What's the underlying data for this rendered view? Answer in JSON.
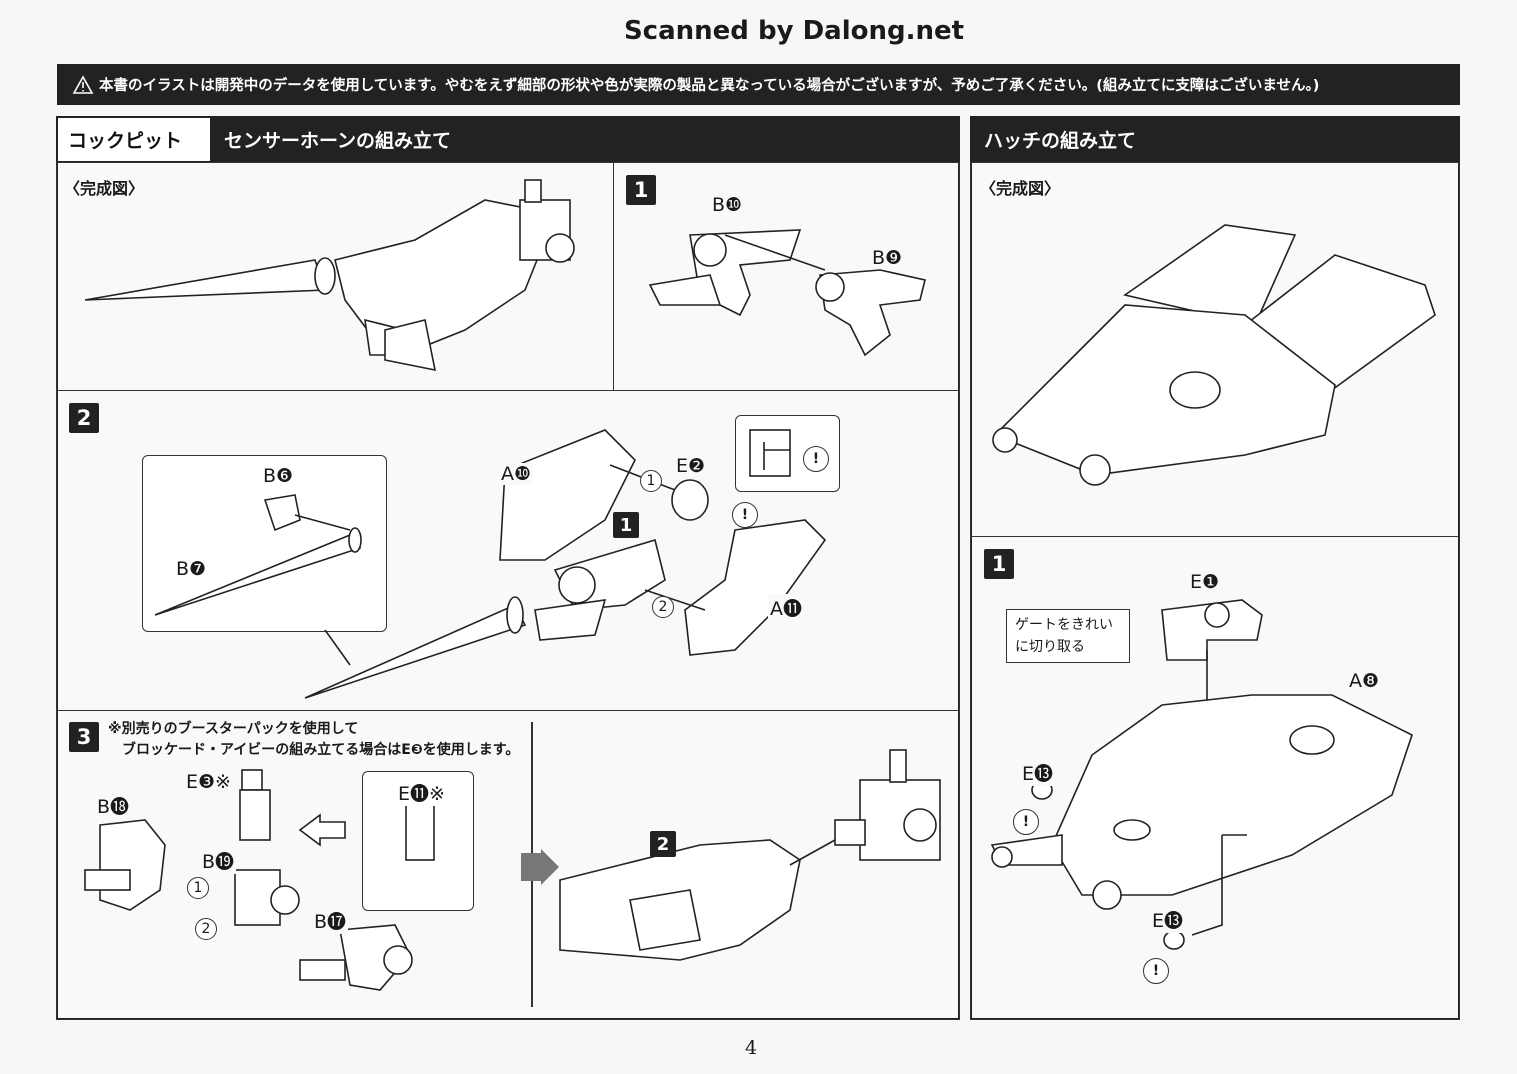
{
  "watermark": "Scanned by Dalong.net",
  "warning": {
    "icon": "warning-triangle-icon",
    "text": "本書のイラストは開発中のデータを使用しています。やむをえず細部の形状や色が実際の製品と異なっている場合がございますが、予めご了承ください。(組み立てに支障はございません。)"
  },
  "left": {
    "category": "コックピット",
    "title": "センサーホーンの組み立て",
    "complete_label": "〈完成図〉",
    "step1": {
      "num": "1",
      "parts": [
        "B❿",
        "B❾"
      ]
    },
    "step2": {
      "num": "2",
      "inset_parts": [
        "B❻",
        "B❼"
      ],
      "parts": [
        "A❿",
        "E❷",
        "A⓫"
      ],
      "sub_steps": [
        "1",
        "2"
      ],
      "inner_step": "1",
      "caution_icon": "!"
    },
    "step3": {
      "num": "3",
      "note_line1": "※別売りのブースターパックを使用して",
      "note_line2": "ブロッケード・アイビーの組み立てる場合はE❸を使用します。",
      "parts": [
        "E❸※",
        "E⓫※",
        "B⓲",
        "B⓳",
        "B⓱"
      ],
      "sub_steps": [
        "1",
        "2"
      ],
      "next_step": "2"
    }
  },
  "right": {
    "title": "ハッチの組み立て",
    "complete_label": "〈完成図〉",
    "step1": {
      "num": "1",
      "callout_line1": "ゲートをきれい",
      "callout_line2": "に切り取る",
      "parts": [
        "E❶",
        "A❽",
        "E⓭",
        "E⓭"
      ],
      "caution_icon": "!"
    }
  },
  "page_number": "4"
}
